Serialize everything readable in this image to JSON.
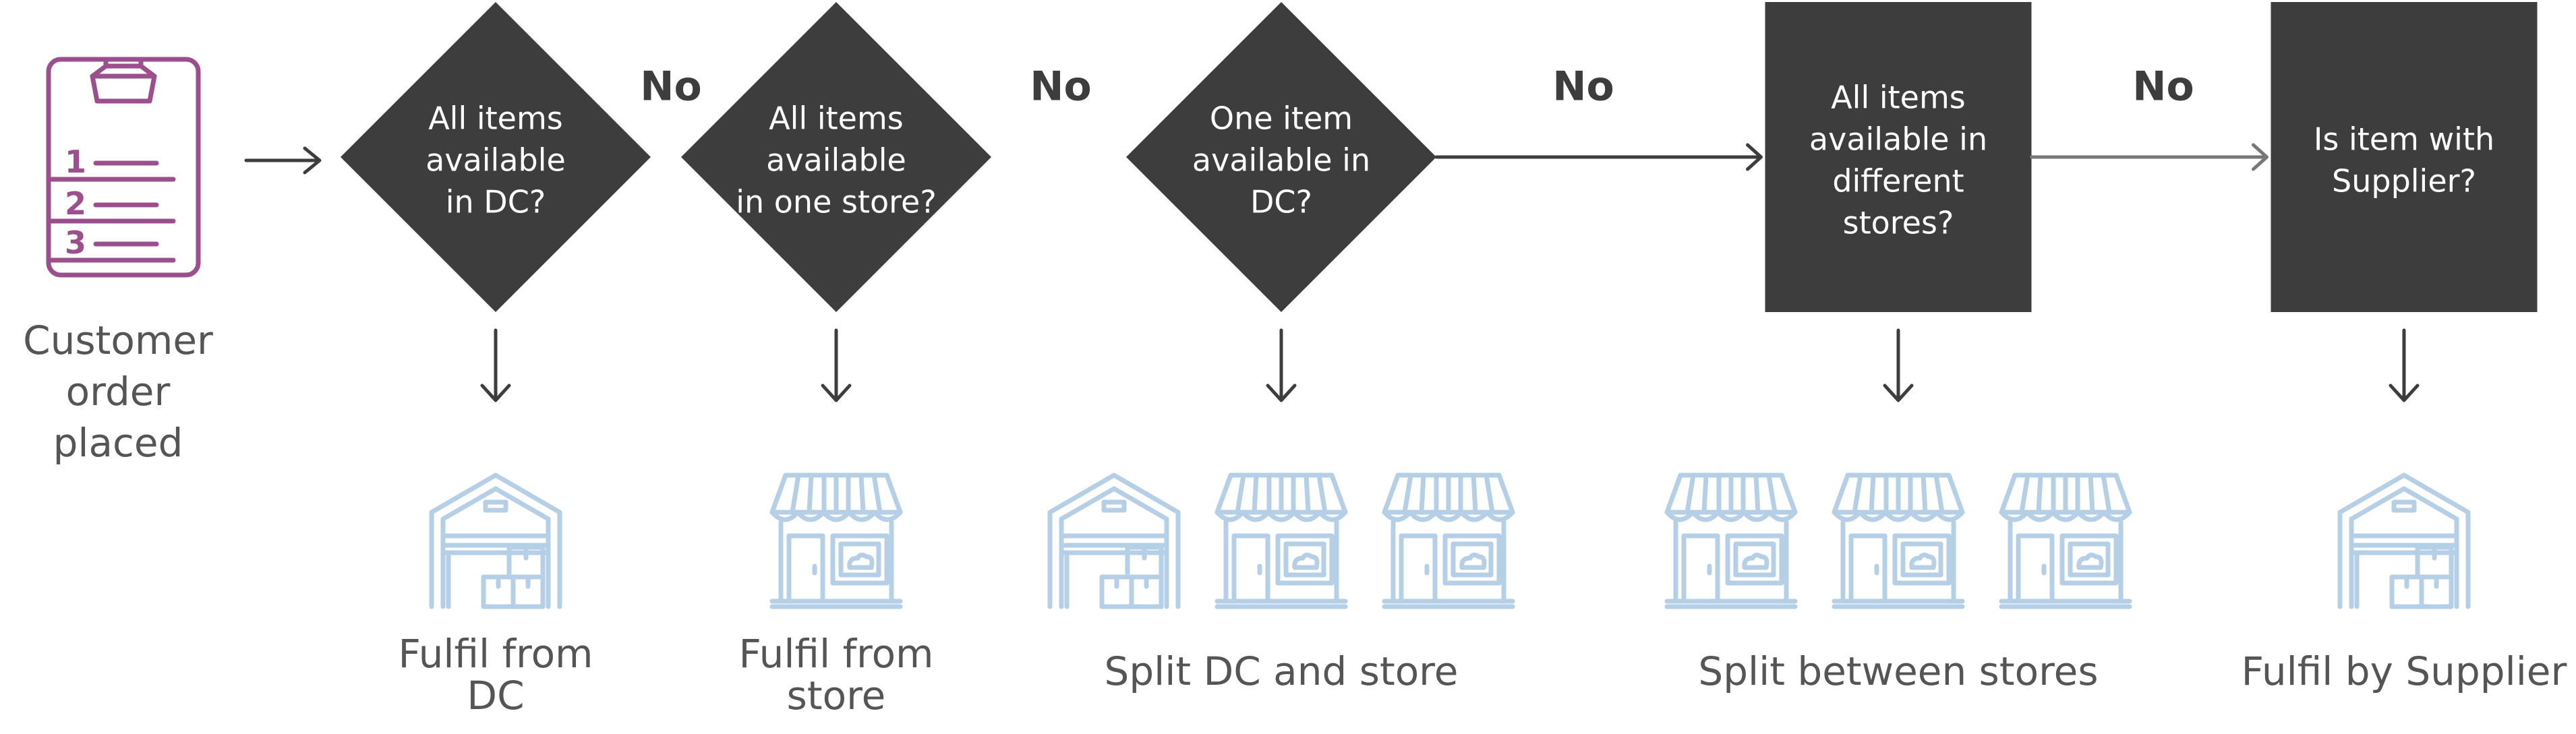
{
  "start": {
    "label_lines": [
      "Customer",
      "order",
      "placed"
    ],
    "icon": "order-list-icon"
  },
  "decisions": [
    {
      "id": "dc",
      "shape": "diamond",
      "lines": [
        "All items",
        "available",
        "in DC?"
      ]
    },
    {
      "id": "one-store",
      "shape": "diamond",
      "lines": [
        "All items",
        "available",
        "in one store?"
      ]
    },
    {
      "id": "one-item-dc",
      "shape": "diamond",
      "lines": [
        "One item",
        "available in",
        "DC?"
      ]
    },
    {
      "id": "diff-stores",
      "shape": "rect",
      "lines": [
        "All items",
        "available in",
        "different",
        "stores?"
      ]
    },
    {
      "id": "supplier",
      "shape": "rect",
      "lines": [
        "Is item with",
        "Supplier?"
      ]
    }
  ],
  "no_labels": [
    "No",
    "No",
    "No",
    "No"
  ],
  "outcomes": [
    {
      "lines": [
        "Fulfil from",
        "DC"
      ],
      "icons": [
        "warehouse-icon"
      ]
    },
    {
      "lines": [
        "Fulfil from",
        "store"
      ],
      "icons": [
        "store-icon"
      ]
    },
    {
      "lines": [
        "Split DC and store"
      ],
      "icons": [
        "warehouse-icon",
        "store-icon",
        "store-icon"
      ]
    },
    {
      "lines": [
        "Split between stores"
      ],
      "icons": [
        "store-icon",
        "store-icon",
        "store-icon"
      ]
    },
    {
      "lines": [
        "Fulfil by Supplier"
      ],
      "icons": [
        "warehouse-icon"
      ]
    }
  ],
  "colors": {
    "node_fill": "#3d3d3d",
    "icon_blue": "#b5cfe6",
    "icon_purple": "#9b4f8c",
    "text_grey": "#555555"
  }
}
